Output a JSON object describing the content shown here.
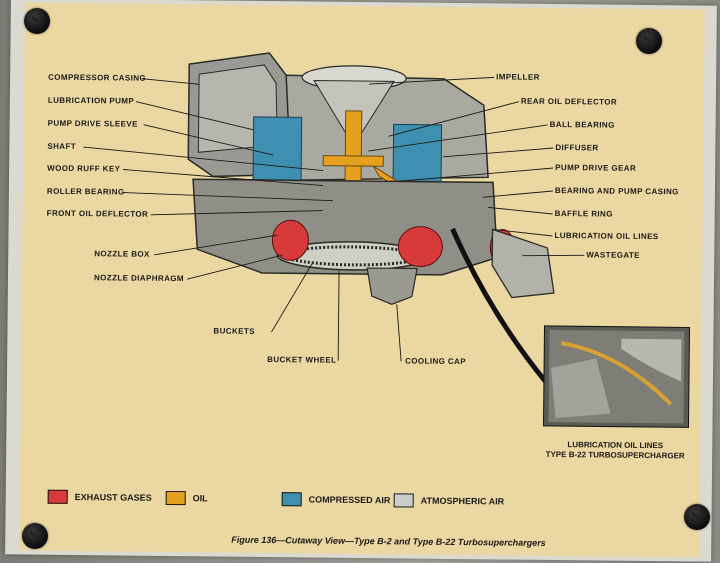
{
  "labels_left": {
    "compressor_casing": "COMPRESSOR CASING",
    "lubrication_pump": "LUBRICATION PUMP",
    "pump_drive_sleeve": "PUMP DRIVE SLEEVE",
    "shaft": "SHAFT",
    "wood_ruff_key": "WOOD RUFF KEY",
    "roller_bearing": "ROLLER BEARING",
    "front_oil_deflector": "FRONT OIL DEFLECTOR",
    "nozzle_box": "NOZZLE BOX",
    "nozzle_diaphragm": "NOZZLE DIAPHRAGM"
  },
  "labels_right": {
    "impeller": "IMPELLER",
    "rear_oil_deflector": "REAR OIL DEFLECTOR",
    "ball_bearing": "BALL BEARING",
    "diffuser": "DIFFUSER",
    "pump_drive_gear": "PUMP DRIVE GEAR",
    "bearing_and_pump_casing": "BEARING AND PUMP CASING",
    "baffle_ring": "BAFFLE RING",
    "lubrication_oil_lines": "LUBRICATION OIL LINES",
    "wastegate": "WASTEGATE"
  },
  "labels_bottom": {
    "buckets": "BUCKETS",
    "bucket_wheel": "BUCKET WHEEL",
    "cooling_cap": "COOLING CAP"
  },
  "inset_caption": {
    "line1": "LUBRICATION OIL LINES",
    "line2": "TYPE B-22 TURBOSUPERCHARGER"
  },
  "legend": [
    {
      "label": "EXHAUST GASES",
      "color": "#d83a3a"
    },
    {
      "label": "OIL",
      "color": "#e6a21e"
    },
    {
      "label": "COMPRESSED AIR",
      "color": "#3e8fb0"
    },
    {
      "label": "ATMOSPHERIC AIR",
      "color": "#c9cfc9"
    }
  ],
  "figure_caption": "Figure 136—Cutaway View—Type B-2 and Type B-22 Turbosuperchargers"
}
